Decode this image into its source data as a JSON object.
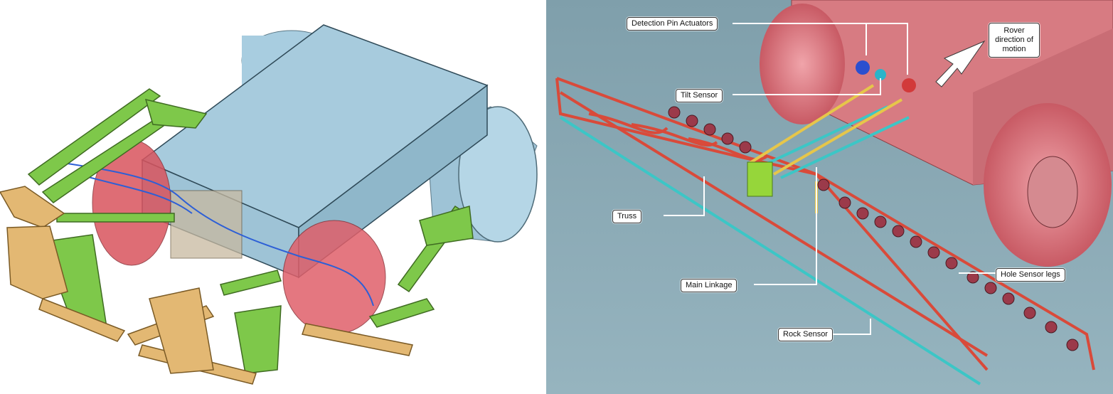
{
  "figure": {
    "left_panel": {
      "subject": "rover-cad-model-with-sensor-arms"
    },
    "right_panel": {
      "callouts": {
        "detection_pin_actuators": "Detection Pin Actuators",
        "tilt_sensor": "Tilt Sensor",
        "rover_direction": "Rover direction of motion",
        "truss": "Truss",
        "main_linkage": "Main Linkage",
        "hole_sensor_legs": "Hole Sensor legs",
        "rock_sensor": "Rock Sensor"
      }
    }
  },
  "colors": {
    "body_blue": "#9ec3d6",
    "wheel_pink": "#d9545e",
    "arm_green": "#7ec84a",
    "arm_tan": "#e3b873",
    "cable_blue": "#2d5fd6",
    "scene_background": "#8aa9b5",
    "truss_red": "#d94a3a",
    "rail_teal": "#3cc6c6",
    "linkage_yellow": "#e6c64a",
    "rover_pink": "#dc7f86"
  }
}
